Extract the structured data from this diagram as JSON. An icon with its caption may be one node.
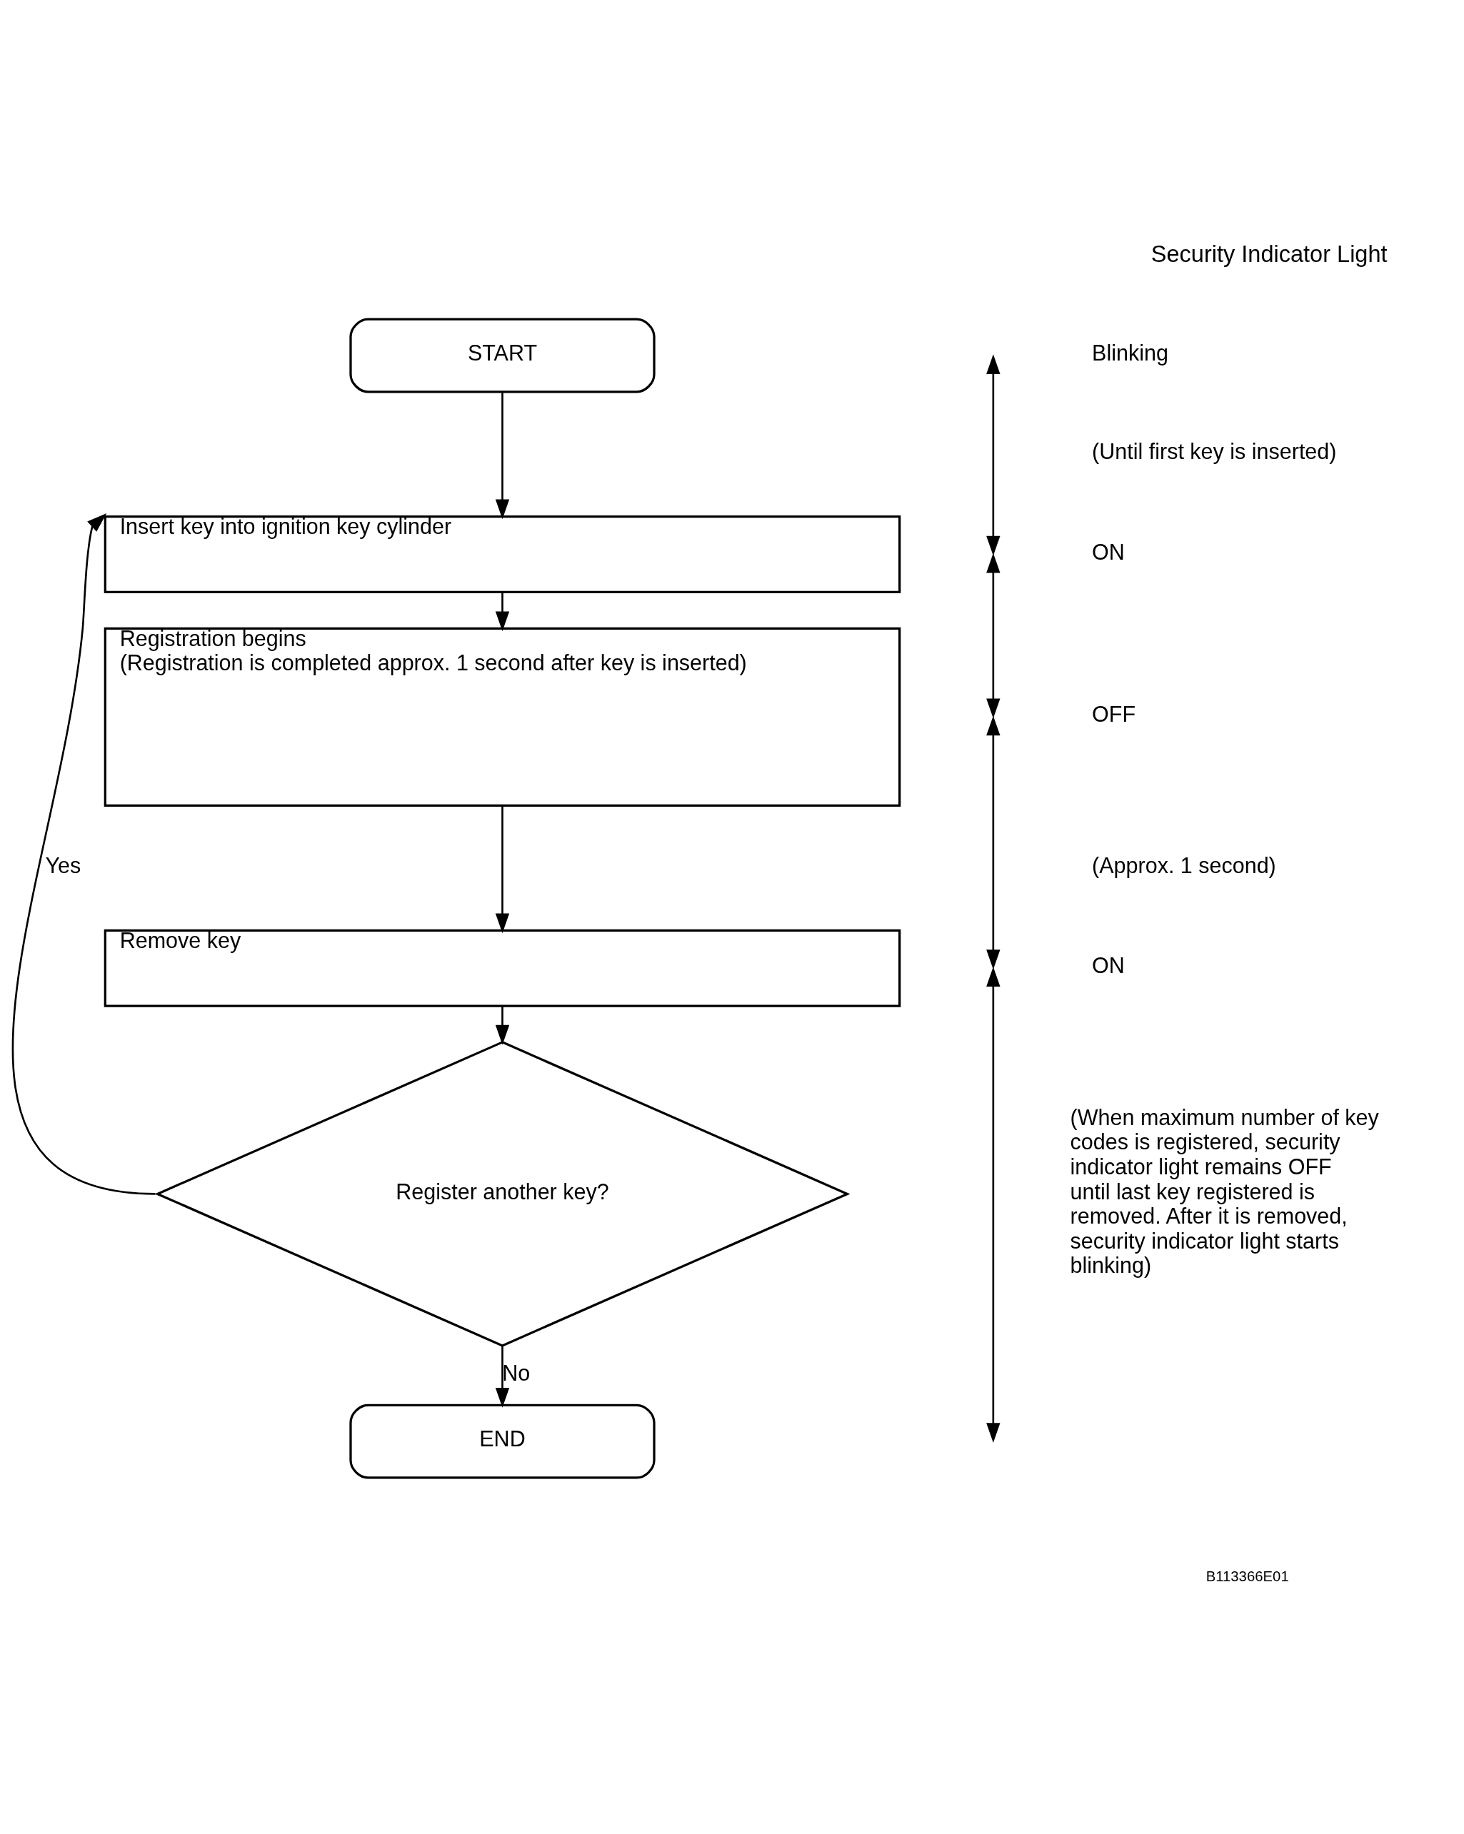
{
  "diagram": {
    "nodes": [
      {
        "text": [
          "START"
        ]
      },
      {
        "text": [
          "Insert key into ignition key cylinder"
        ]
      },
      {
        "text": [
          "Registration begins",
          "(Registration is completed approx. 1 second after key is inserted)"
        ]
      },
      {
        "text": [
          "Remove key"
        ]
      },
      {
        "text": [
          "Register another key?"
        ]
      },
      {
        "text": [
          "END"
        ]
      }
    ],
    "edges": [
      {
        "from": 0,
        "to": 1,
        "arrow": "to"
      },
      {
        "from": 1,
        "to": 2,
        "arrow": "to"
      },
      {
        "from": 2,
        "to": 3,
        "arrow": "to"
      },
      {
        "from": 3,
        "to": 4,
        "arrow": "to"
      },
      {
        "from": 4,
        "to": 1,
        "arrow": "to",
        "label": "Yes"
      },
      {
        "from": 4,
        "to": 5,
        "arrow": "to",
        "label": "No"
      }
    ],
    "labels": [
      "Security Indicator Light",
      "Blinking",
      "(Until first key is inserted)",
      "ON",
      "OFF",
      "(Approx. 1 second)",
      "ON",
      "(When maximum number of key codes is registered, security indicator light remains OFF until last key registered is removed. After it is removed, security indicator light starts blinking)",
      "B113366E01"
    ]
  }
}
